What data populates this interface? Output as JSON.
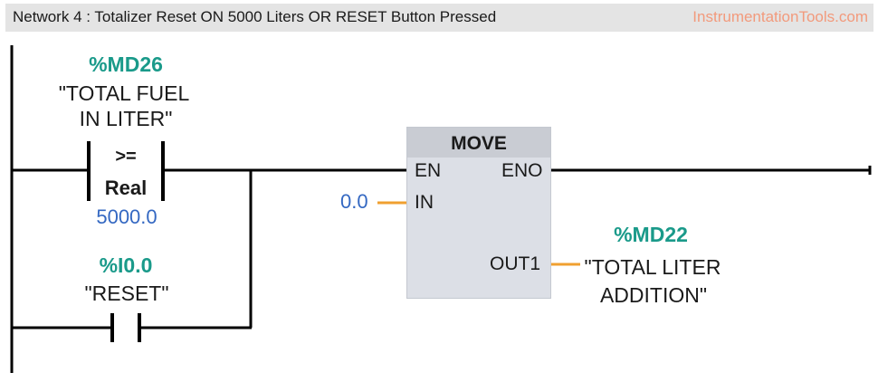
{
  "network": {
    "title": "Network 4 : Totalizer Reset ON 5000 Liters OR RESET Button Pressed",
    "watermark": "InstrumentationTools.com"
  },
  "compare_contact": {
    "address": "%MD26",
    "symbol_line1": "\"TOTAL FUEL",
    "symbol_line2": "IN LITER\"",
    "operator": ">=",
    "type": "Real",
    "value": "5000.0"
  },
  "reset_contact": {
    "address": "%I0.0",
    "symbol": "\"RESET\""
  },
  "move_block": {
    "title": "MOVE",
    "en": "EN",
    "eno": "ENO",
    "in": "IN",
    "out1": "OUT1",
    "in_value": "0.0",
    "out_address": "%MD22",
    "out_symbol_line1": "\"TOTAL LITER",
    "out_symbol_line2": "ADDITION\""
  },
  "colors": {
    "address": "#1a9a8a",
    "value": "#3468c2",
    "pin_wire": "#f0a030",
    "wire": "#000000",
    "block_body": "#dcdfe6",
    "block_header": "#c9ccd3",
    "watermark": "#f29a7c"
  }
}
